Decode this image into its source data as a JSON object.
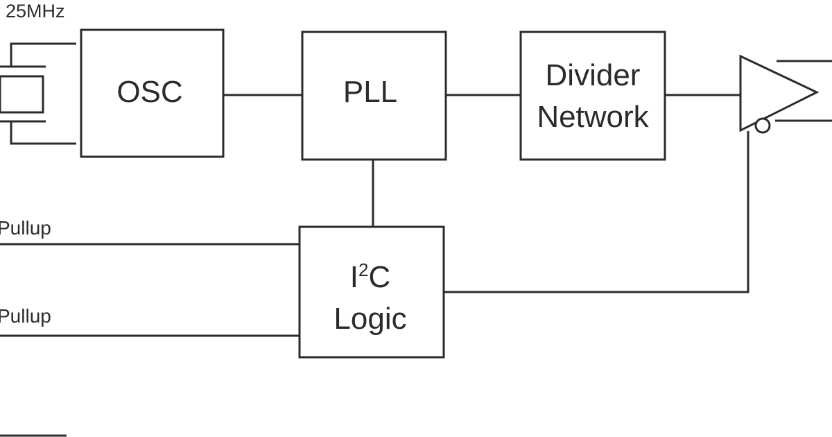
{
  "crystal": {
    "frequency_label": "25MHz"
  },
  "blocks": {
    "osc": {
      "label": "OSC"
    },
    "pll": {
      "label": "PLL"
    },
    "divider": {
      "line1": "Divider",
      "line2": "Network"
    },
    "i2c": {
      "label_i": "I",
      "label_sup": "2",
      "label_c": "C",
      "line2": "Logic"
    }
  },
  "signals": {
    "top_pullup": "Pullup",
    "bottom_pullup": "Pullup"
  },
  "icons": {
    "crystal": "crystal-resonator-icon",
    "buffer": "output-buffer-triangle-icon"
  },
  "colors": {
    "line": "#2b2b2b",
    "background": "#ffffff"
  }
}
